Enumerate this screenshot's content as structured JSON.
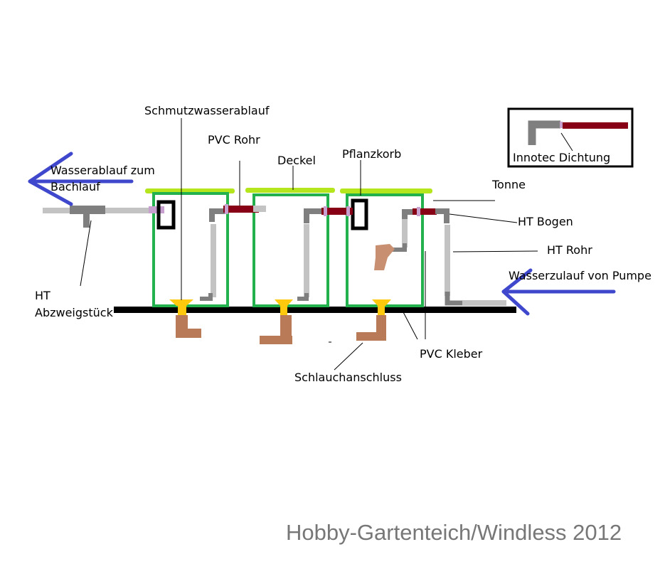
{
  "labels": {
    "schmutzwasserablauf": "Schmutzwasserablauf",
    "pvc_rohr": "PVC Rohr",
    "deckel": "Deckel",
    "pflanzkorb": "Pflanzkorb",
    "tonne": "Tonne",
    "ht_bogen": "HT Bogen",
    "ht_rohr": "HT Rohr",
    "wasserzulauf_von_pumpe": "Wasserzulauf von Pumpe",
    "wasserablauf_line1": "Wasserablauf zum",
    "wasserablauf_line2": "Bachlauf",
    "ht_abzweig_line1": "HT",
    "ht_abzweig_line2": "Abzweigstück",
    "pvc_kleber": "PVC Kleber",
    "schlauchanschluss": "Schlauchanschluss",
    "innotec_dichtung": "Innotec Dichtung"
  },
  "watermark": "Hobby-Gartenteich/Windless 2012",
  "colors": {
    "barrel": "#22b14c",
    "lid": "#b5e61d",
    "base": "#000000",
    "pipe_gray": "#c3c3c3",
    "elbow_gray": "#7f7f7f",
    "pvc_pipe": "#880015",
    "gasket": "#c8a0d0",
    "arrow": "#3f48cc",
    "outlet": "#ffc90e",
    "hose_fitting": "#b97a57",
    "watermark": "#777777"
  },
  "icons": [
    "arrow-left-icon",
    "arrow-left-icon"
  ]
}
